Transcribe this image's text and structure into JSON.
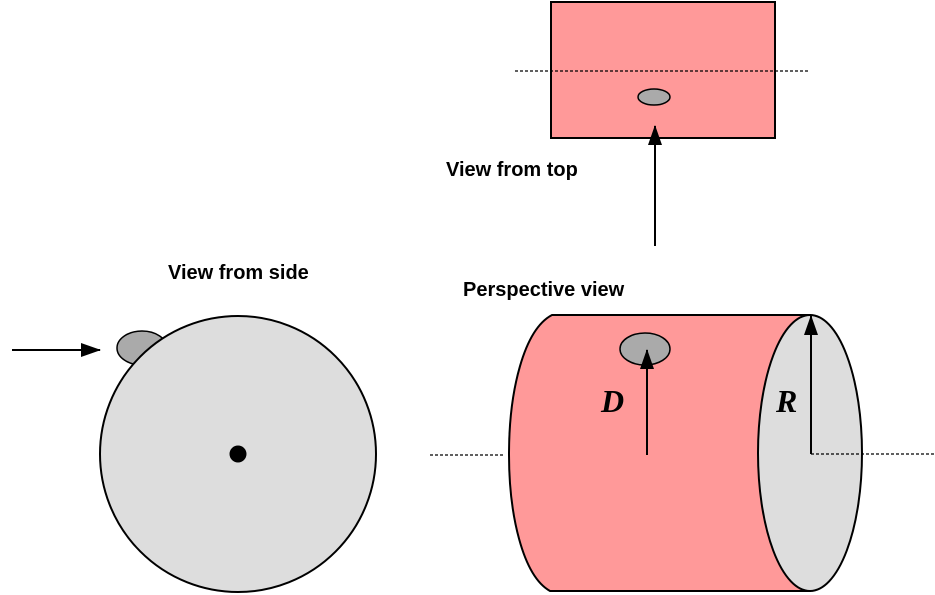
{
  "labels": {
    "top_view": "View from top",
    "side_view": "View from side",
    "perspective_view": "Perspective view",
    "depth_symbol": "D",
    "radius_symbol": "R"
  },
  "colors": {
    "cylinder_body": "#ff9999",
    "end_face": "#dddddd",
    "hole": "#aaaaaa",
    "stroke": "#000000"
  }
}
